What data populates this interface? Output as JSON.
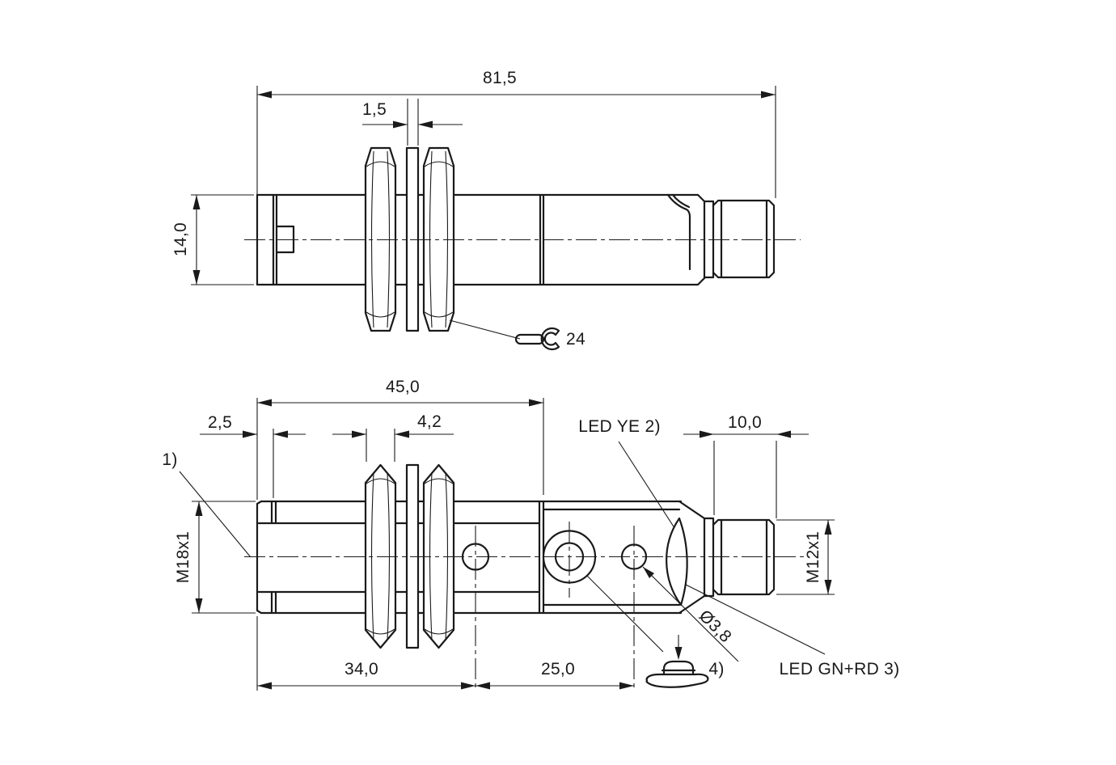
{
  "drawing": {
    "type": "technical dimensional drawing",
    "background": "#ffffff",
    "line_color": "#1a1a1a"
  },
  "side_view": {
    "dimensions": {
      "overall_length": "81,5",
      "washer_thickness": "1,5",
      "housing_height": "14,0"
    },
    "wrench_size": "24"
  },
  "front_view": {
    "dimensions": {
      "thread_length": "45,0",
      "tip_length": "2,5",
      "nut_thickness": "4,2",
      "connector_length": "10,0",
      "hole_position": "34,0",
      "hole_spacing": "25,0",
      "hole_diameter": "Ø3,8",
      "thread_spec": "M18x1",
      "connector_thread_spec": "M12x1"
    },
    "labels": {
      "led_yellow": "LED YE 2)",
      "led_green_red": "LED GN+RD 3)",
      "footnote_1": "1)",
      "footnote_4": "4)"
    }
  }
}
